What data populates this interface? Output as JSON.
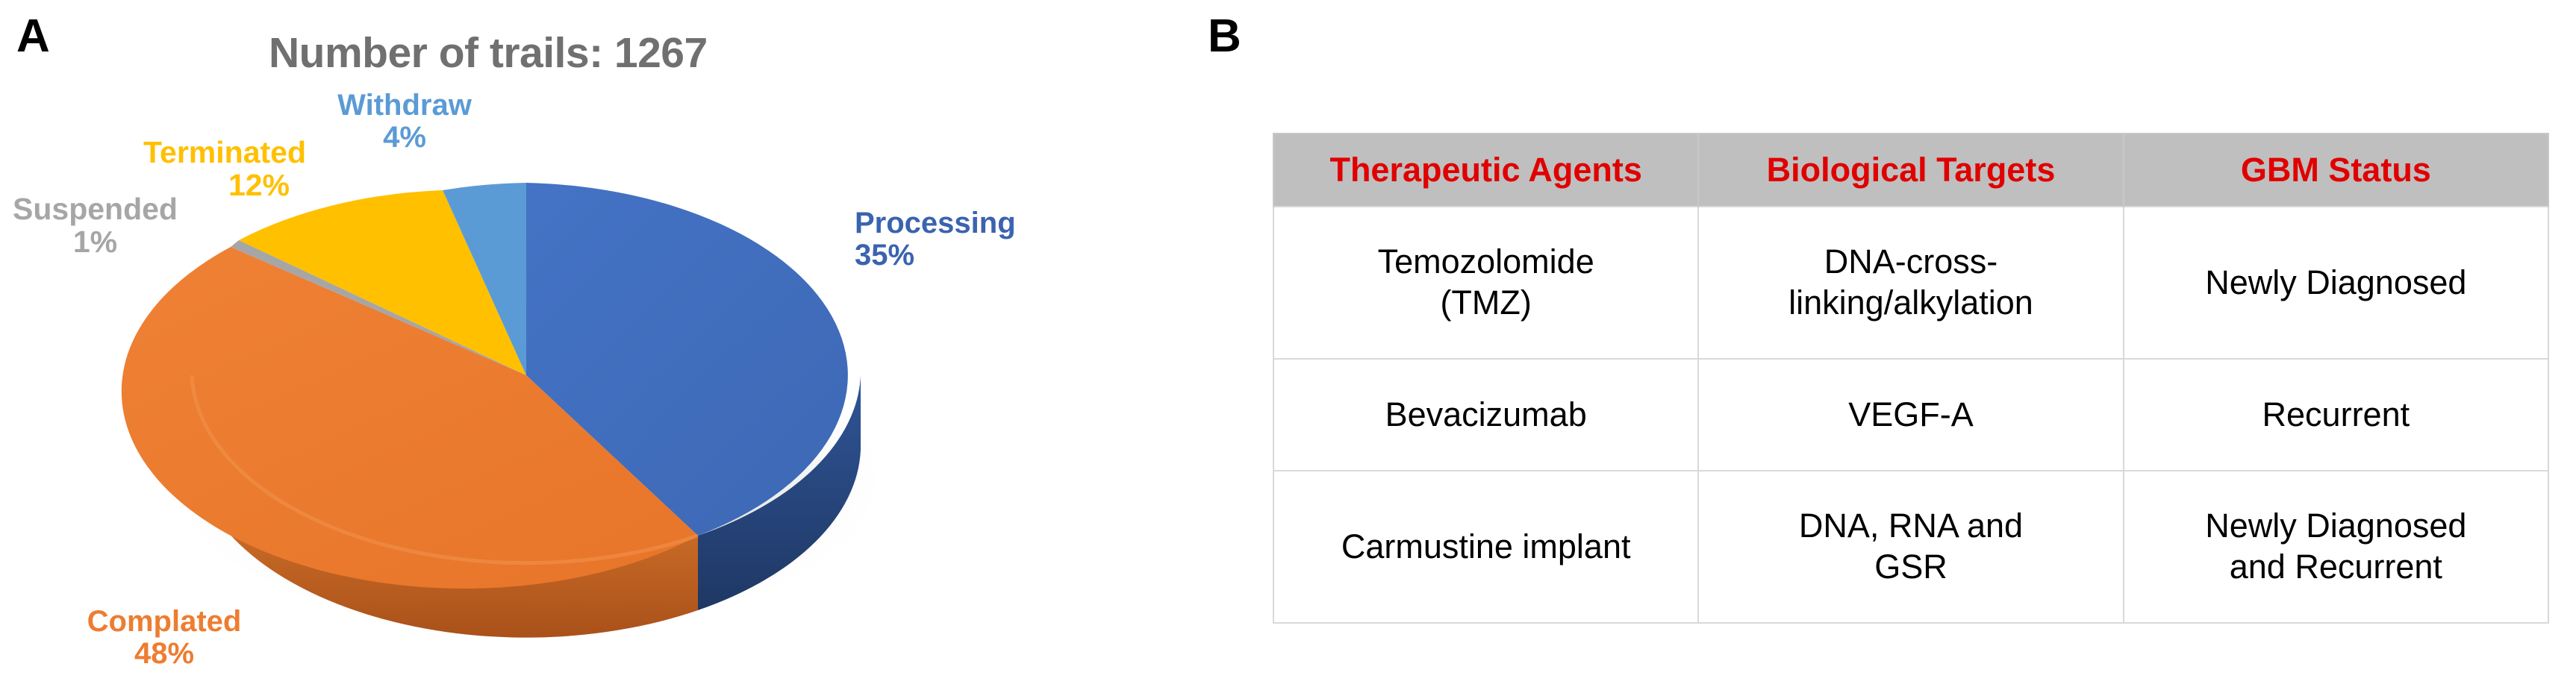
{
  "panels": {
    "a_letter": "A",
    "b_letter": "B"
  },
  "chart_data": {
    "type": "pie",
    "title": "Number of trails: 1267",
    "total": 1267,
    "categories": [
      "Processing",
      "Complated",
      "Suspended",
      "Terminated",
      "Withdraw"
    ],
    "values": [
      35,
      48,
      1,
      12,
      4
    ],
    "unit": "%",
    "labels": [
      {
        "name": "Processing",
        "pct": "35%",
        "color": "#4472C4"
      },
      {
        "name": "Complated",
        "pct": "48%",
        "color": "#ED7D31"
      },
      {
        "name": "Suspended",
        "pct": "1%",
        "color": "#A6A6A6"
      },
      {
        "name": "Terminated",
        "pct": "12%",
        "color": "#FFC000"
      },
      {
        "name": "Withdraw",
        "pct": "4%",
        "color": "#5B9BD5"
      }
    ],
    "legend": "none",
    "style": "3d-pie",
    "grid": false
  },
  "table": {
    "headers": [
      "Therapeutic Agents",
      "Biological Targets",
      "GBM Status"
    ],
    "rows": [
      {
        "agent": "Temozolomide (TMZ)",
        "agent_line1": "Temozolomide",
        "agent_line2": "(TMZ)",
        "target_line1": "DNA-cross-",
        "target_line2": "linking/alkylation",
        "status": "Newly Diagnosed"
      },
      {
        "agent_line1": "Bevacizumab",
        "agent_line2": "",
        "target_line1": "VEGF-A",
        "target_line2": "",
        "status": "Recurrent"
      },
      {
        "agent_line1": "Carmustine implant",
        "agent_line2": "",
        "target_line1": "DNA, RNA and",
        "target_line2": "GSR",
        "status_line1": "Newly Diagnosed",
        "status_line2": "and Recurrent"
      }
    ],
    "header_bg": "#BFBFBF",
    "header_color": "#E00000"
  }
}
